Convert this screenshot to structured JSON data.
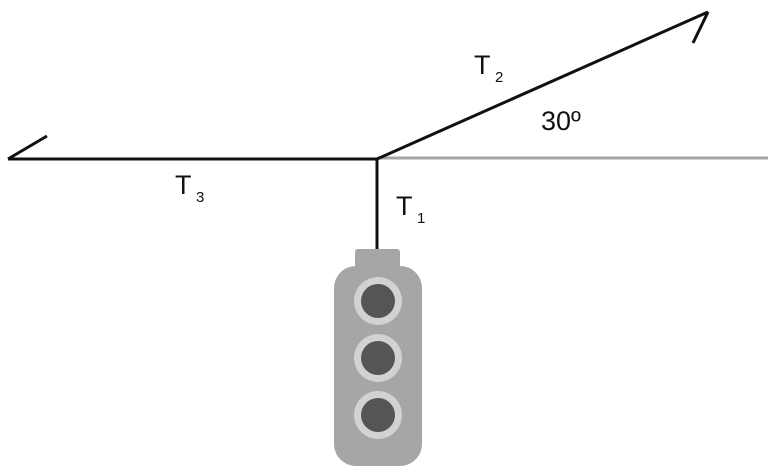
{
  "diagram": {
    "labels": {
      "t1": {
        "main": "T",
        "sub": "1"
      },
      "t2": {
        "main": "T",
        "sub": "2"
      },
      "t3": {
        "main": "T",
        "sub": "3"
      },
      "angle": "30º"
    },
    "colors": {
      "background": "#ffffff",
      "rope": "#111111",
      "horizontal_reference": "#a6a6a6",
      "traffic_light_body": "#a6a6a6",
      "traffic_light_cap": "#a6a6a6",
      "lamp_ring": "#d2d2d2",
      "lamp_center": "#555555"
    },
    "traffic_light": {
      "lamp_count": 3
    }
  }
}
